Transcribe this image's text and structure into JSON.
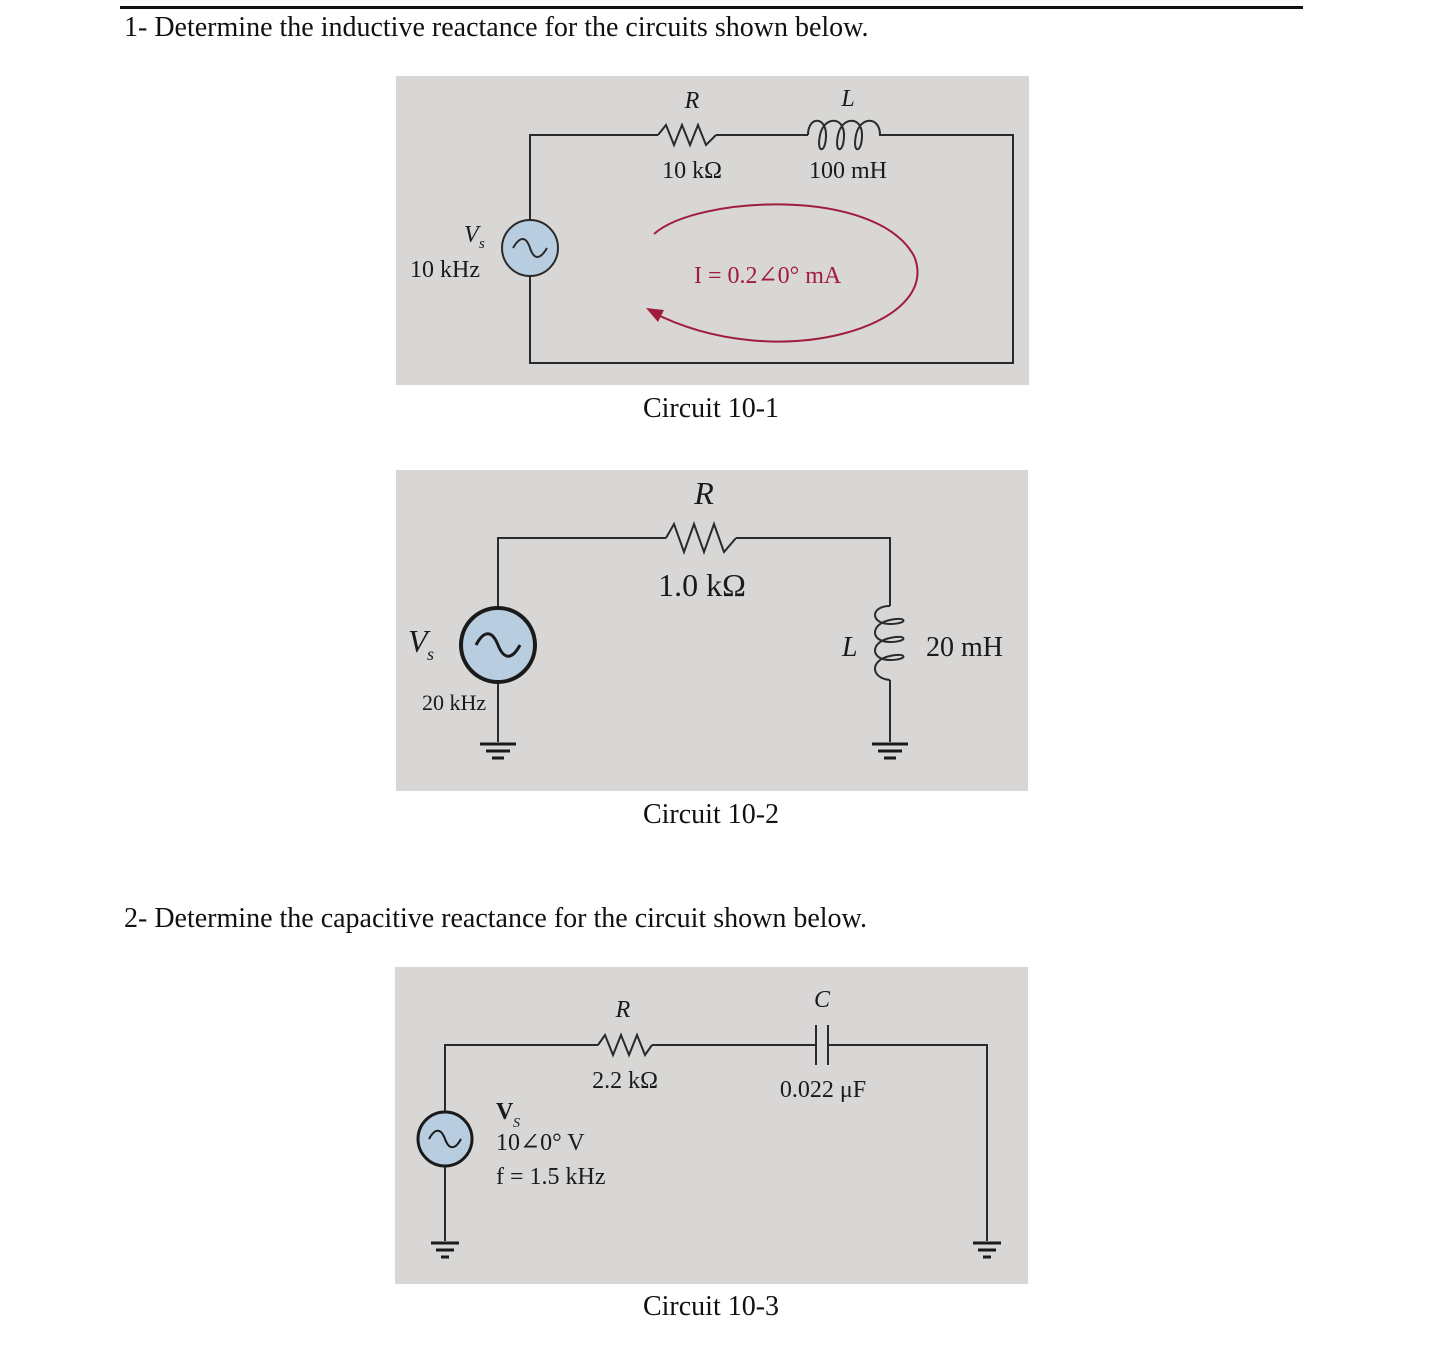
{
  "question1": {
    "text": "1- Determine the inductive reactance for the circuits shown below."
  },
  "question2": {
    "text": "2- Determine the capacitive reactance for the circuit shown below."
  },
  "circuit1": {
    "caption": "Circuit 10-1",
    "r_symbol": "R",
    "r_value": "10 kΩ",
    "l_symbol": "L",
    "l_value": "100 mH",
    "source_symbol": "V",
    "source_sub": "s",
    "frequency": "10 kHz",
    "current": "I = 0.2∠0° mA",
    "current_color": "#a01c3c"
  },
  "circuit2": {
    "caption": "Circuit 10-2",
    "r_symbol": "R",
    "r_value": "1.0 kΩ",
    "l_symbol": "L",
    "l_value": "20 mH",
    "source_symbol": "V",
    "source_sub": "s",
    "frequency": "20 kHz"
  },
  "circuit3": {
    "caption": "Circuit 10-3",
    "r_symbol": "R",
    "r_value": "2.2 kΩ",
    "c_symbol": "C",
    "c_value": "0.022 μF",
    "source_symbol": "V",
    "source_sub": "S",
    "source_value": "10∠0° V",
    "frequency": "f = 1.5 kHz"
  },
  "colors": {
    "photo_background": "#d8d7d6",
    "source_fill": "#b9cde0"
  }
}
